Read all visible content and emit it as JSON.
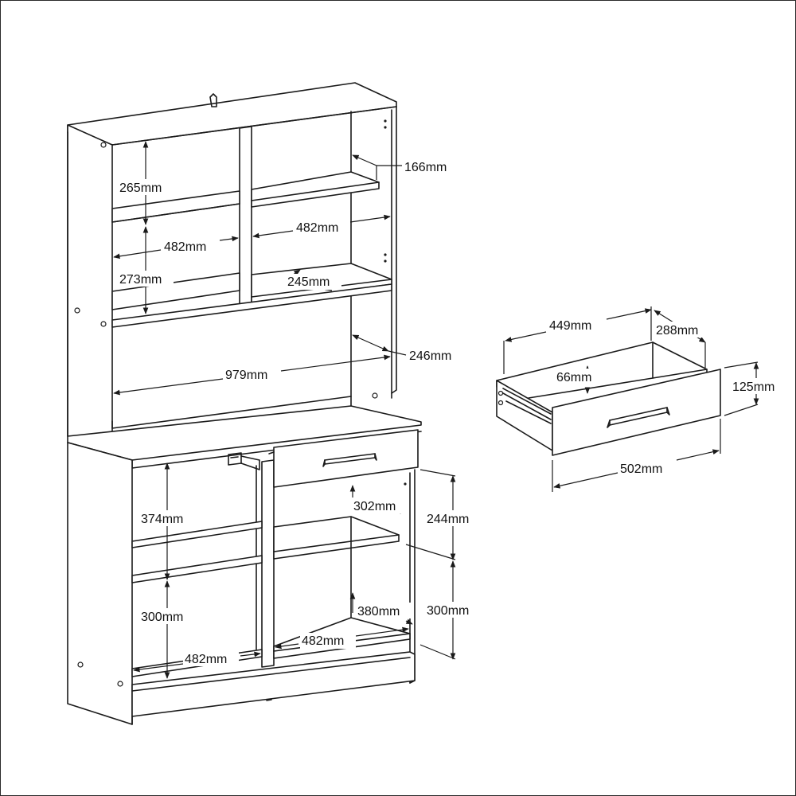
{
  "cabinet": {
    "dimensions": {
      "top_shelf_depth": "166mm",
      "top_height": "265mm",
      "upper_left_width": "482mm",
      "upper_right_width": "482mm",
      "middle_height": "273mm",
      "middle_shelf_depth": "245mm",
      "hutch_width": "979mm",
      "hutch_depth": "246mm",
      "lower_height": "374mm",
      "lower_shelf_depth": "302mm",
      "drawer_section_height": "244mm",
      "bottom_left_height": "300mm",
      "base_depth": "380mm",
      "bottom_right_height": "300mm",
      "bottom_right_width": "482mm",
      "bottom_left_width": "482mm"
    }
  },
  "drawer": {
    "dimensions": {
      "inner_width": "449mm",
      "depth": "288mm",
      "inner_height": "66mm",
      "front_height": "125mm",
      "front_width": "502mm"
    }
  }
}
